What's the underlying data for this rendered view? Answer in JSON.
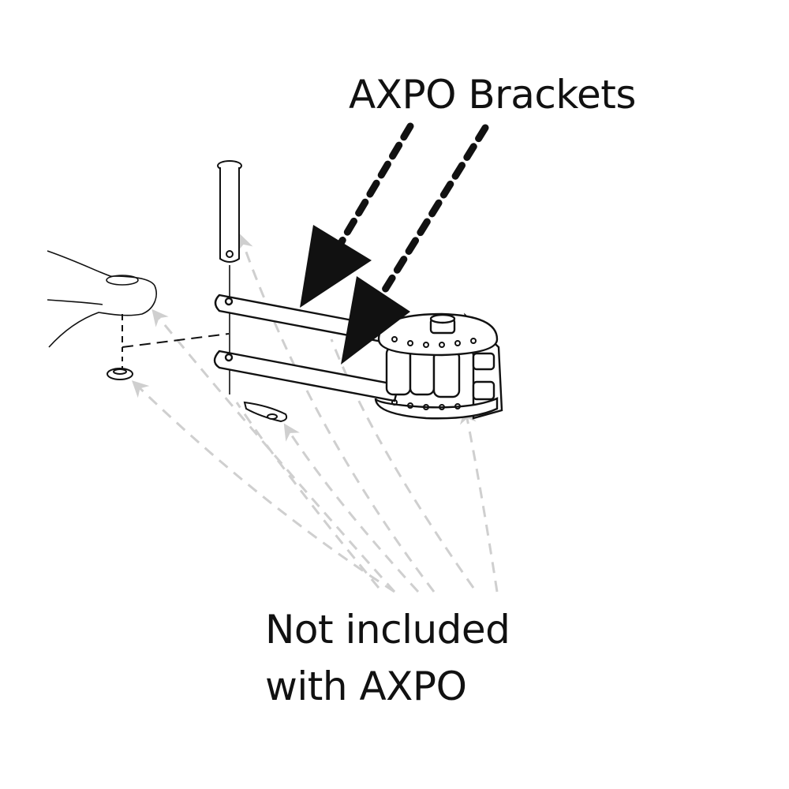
{
  "labels": {
    "brackets": "AXPO Brackets",
    "not_included_line1": "Not included",
    "not_included_line2": "with AXPO"
  },
  "colors": {
    "ink": "#111111",
    "callout_gray": "#cfcfcf",
    "background": "#ffffff"
  },
  "icons": {
    "bracket_arrows": "dashed-black-arrow",
    "not_included_arrows": "dashed-gray-arrow"
  }
}
